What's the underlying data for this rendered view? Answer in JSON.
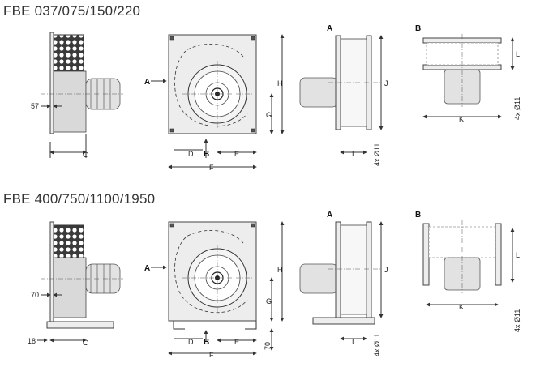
{
  "sections": [
    {
      "title": "FBE 037/075/150/220",
      "dims": {
        "side_offset": "57",
        "base": ""
      },
      "foot_height": ""
    },
    {
      "title": "FBE 400/750/1100/1950",
      "dims": {
        "side_offset": "70",
        "base": "18"
      },
      "foot_height": "70"
    }
  ],
  "labels": {
    "A": "A",
    "B": "B",
    "C": "C",
    "D": "D",
    "E": "E",
    "F": "F",
    "G": "G",
    "H": "H",
    "I": "I",
    "J": "J",
    "K": "K",
    "L": "L",
    "holes": "4x Ø11"
  }
}
